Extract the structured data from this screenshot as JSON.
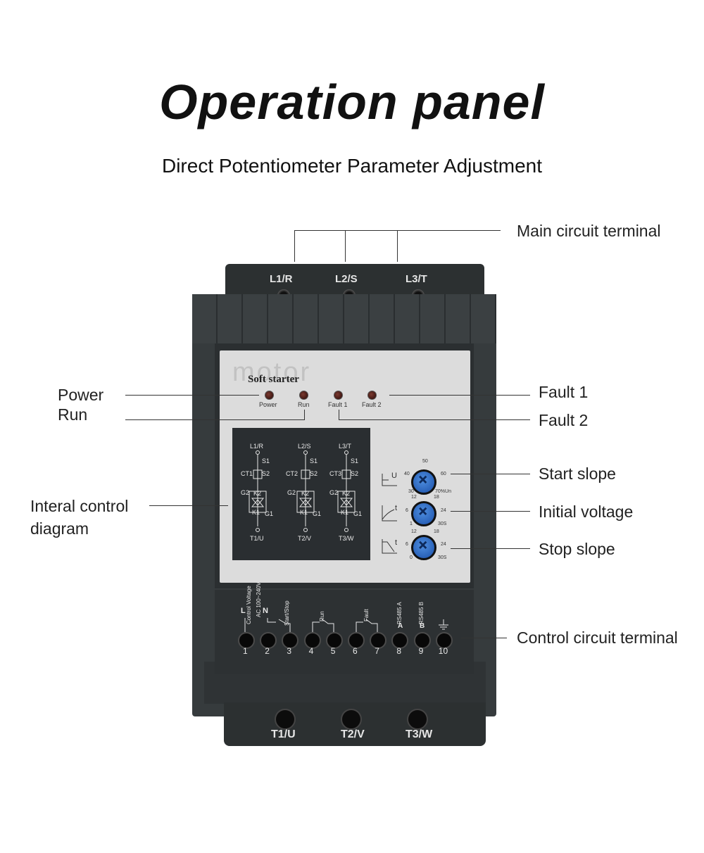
{
  "title": "Operation panel",
  "subtitle": "Direct Potentiometer Parameter Adjustment",
  "callouts": {
    "main_circuit_terminal": "Main circuit terminal",
    "power": "Power",
    "run": "Run",
    "fault1": "Fault 1",
    "fault2": "Fault 2",
    "internal_diagram_line1": "Interal control",
    "internal_diagram_line2": "diagram",
    "start_slope": "Start slope",
    "initial_voltage": "Initial voltage",
    "stop_slope": "Stop slope",
    "control_circuit_terminal": "Control circuit terminal"
  },
  "device": {
    "brand": "motor",
    "product": "Soft starter",
    "top_terminals": [
      "L1/R",
      "L2/S",
      "L3/T"
    ],
    "bottom_terminals": [
      "T1/U",
      "T2/V",
      "T3/W"
    ],
    "leds": [
      "Power",
      "Run",
      "Fault 1",
      "Fault 2"
    ],
    "diagram": {
      "inputs": [
        "L1/R",
        "L2/S",
        "L3/T"
      ],
      "outputs": [
        "T1/U",
        "T2/V",
        "T3/W"
      ],
      "ct": [
        "CT1",
        "CT2",
        "CT3"
      ],
      "s1": "S1",
      "s2": "S2",
      "k2": "K2",
      "k1": "K1",
      "g2": "G2",
      "g1": "G1"
    },
    "knobs": {
      "start_slope": {
        "top": "50",
        "left": "40",
        "right": "60",
        "bottom_left": "30",
        "bottom_right": "70%Un",
        "symbol": "U"
      },
      "initial_voltage": {
        "top_left": "12",
        "top_right": "18",
        "left": "6",
        "right": "24",
        "bottom_left": "1",
        "bottom_right": "30S",
        "symbol": "t"
      },
      "stop_slope": {
        "top_left": "12",
        "top_right": "18",
        "left": "6",
        "right": "24",
        "bottom_left": "0",
        "bottom_right": "30S",
        "symbol": "t"
      }
    },
    "control_terminals": [
      "1",
      "2",
      "3",
      "4",
      "5",
      "6",
      "7",
      "8",
      "9",
      "10"
    ],
    "control_labels": {
      "L": "L",
      "N": "N",
      "control_voltage": "Control Voltage",
      "ac": "AC 100~240V",
      "start_stop": "Start/Stop",
      "run": "Run",
      "fault": "Fault",
      "rs485a": "RS485 A",
      "rs485b": "RS485 B",
      "a": "A",
      "b": "B"
    }
  }
}
